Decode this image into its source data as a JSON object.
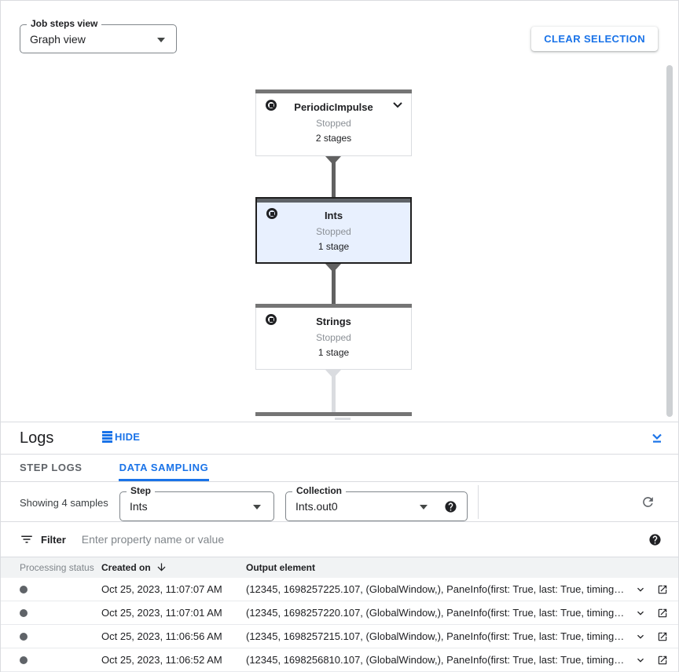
{
  "toolbar": {
    "job_steps_view": {
      "label": "Job steps view",
      "value": "Graph view"
    },
    "clear_selection_label": "CLEAR SELECTION"
  },
  "graph": {
    "nodes": [
      {
        "title": "PeriodicImpulse",
        "status": "Stopped",
        "stages": "2 stages",
        "selected": false
      },
      {
        "title": "Ints",
        "status": "Stopped",
        "stages": "1 stage",
        "selected": true
      },
      {
        "title": "Strings",
        "status": "Stopped",
        "stages": "1 stage",
        "selected": false
      }
    ]
  },
  "logs": {
    "title": "Logs",
    "hide_label": "HIDE",
    "tabs": [
      {
        "label": "STEP LOGS",
        "active": false
      },
      {
        "label": "DATA SAMPLING",
        "active": true
      }
    ],
    "summary": "Showing 4 samples",
    "step_select": {
      "label": "Step",
      "value": "Ints"
    },
    "collection_select": {
      "label": "Collection",
      "value": "Ints.out0"
    },
    "filter": {
      "label": "Filter",
      "placeholder": "Enter property name or value"
    },
    "table": {
      "columns": {
        "status": "Processing status",
        "created": "Created on",
        "output": "Output element"
      },
      "rows": [
        {
          "created_on": "Oct 25, 2023, 11:07:07 AM",
          "output": "(12345, 1698257225.107, (GlobalWindow,), PaneInfo(first: True, last: True, timing…"
        },
        {
          "created_on": "Oct 25, 2023, 11:07:01 AM",
          "output": "(12345, 1698257220.107, (GlobalWindow,), PaneInfo(first: True, last: True, timing…"
        },
        {
          "created_on": "Oct 25, 2023, 11:06:56 AM",
          "output": "(12345, 1698257215.107, (GlobalWindow,), PaneInfo(first: True, last: True, timing…"
        },
        {
          "created_on": "Oct 25, 2023, 11:06:52 AM",
          "output": "(12345, 1698256810.107, (GlobalWindow,), PaneInfo(first: True, last: True, timing…"
        }
      ]
    }
  },
  "colors": {
    "accent_blue": "#1a73e8",
    "selected_node_bg": "#e8f0fe",
    "node_top_bar": "#757575",
    "status_dot": "#5f6368",
    "stopped_text": "#8b9096"
  }
}
